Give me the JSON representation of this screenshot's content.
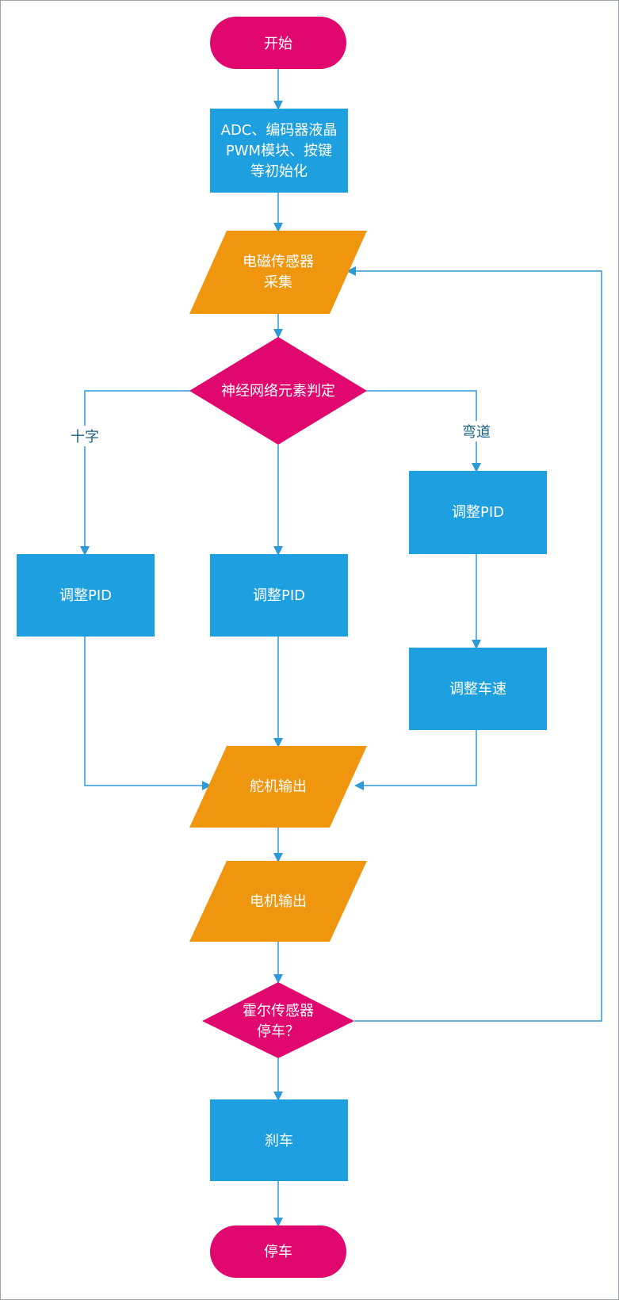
{
  "colors": {
    "terminal": "#e0086f",
    "process": "#1e9fe0",
    "io": "#f0960e",
    "decision": "#e0086f",
    "edge": "#2e9ad8",
    "edge_label": "#1a5f8a"
  },
  "nodes": {
    "start": {
      "lines": [
        "开始"
      ]
    },
    "init": {
      "lines": [
        "ADC、编码器液晶",
        "PWM模块、按键",
        "等初始化"
      ]
    },
    "sensor": {
      "lines": [
        "电磁传感器",
        "采集"
      ]
    },
    "judge": {
      "lines": [
        "神经网络元素判定"
      ]
    },
    "pid_left": {
      "lines": [
        "调整PID"
      ]
    },
    "pid_mid": {
      "lines": [
        "调整PID"
      ]
    },
    "pid_right": {
      "lines": [
        "调整PID"
      ]
    },
    "speed": {
      "lines": [
        "调整车速"
      ]
    },
    "servo": {
      "lines": [
        "舵机输出"
      ]
    },
    "motor": {
      "lines": [
        "电机输出"
      ]
    },
    "hall": {
      "lines": [
        "霍尔传感器",
        "停车？"
      ]
    },
    "brake": {
      "lines": [
        "刹车"
      ]
    },
    "stop": {
      "lines": [
        "停车"
      ]
    }
  },
  "edge_labels": {
    "cross": "十字",
    "curve": "弯道"
  }
}
